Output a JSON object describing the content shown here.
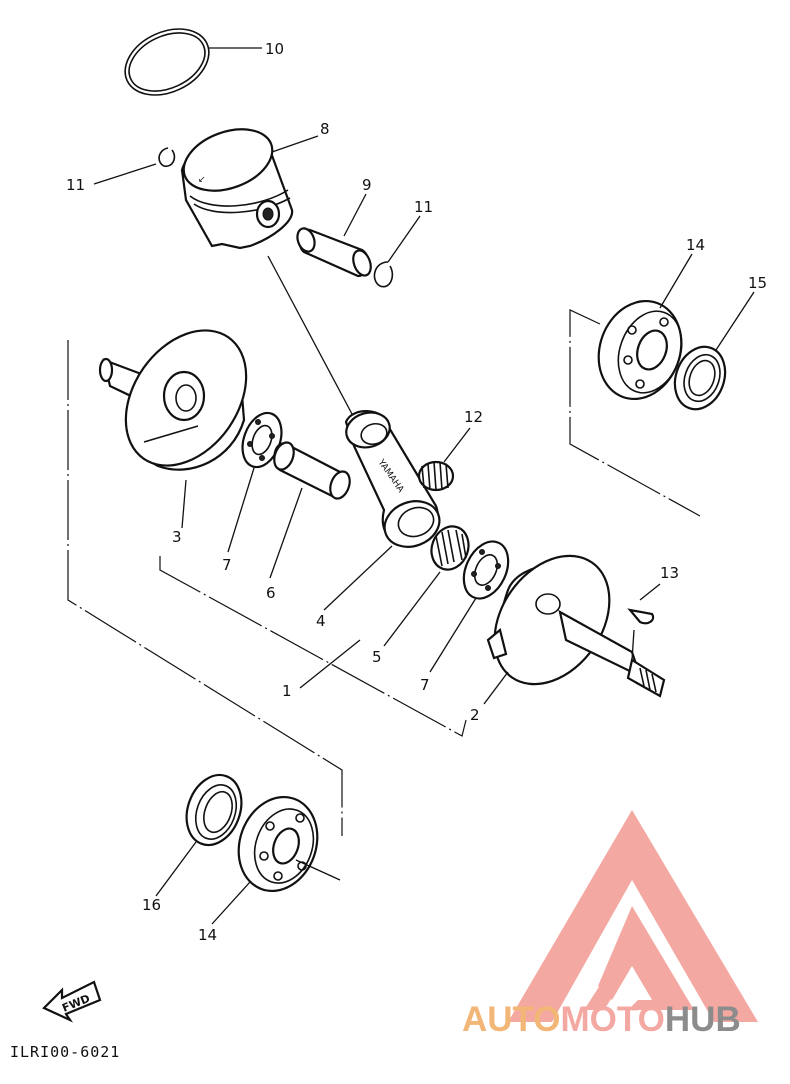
{
  "diagram": {
    "code": "ILRI00-6021",
    "fwd_label": "FWD",
    "labels": {
      "p1": "1",
      "p2": "2",
      "p3": "3",
      "p4": "4",
      "p5": "5",
      "p6": "6",
      "p7a": "7",
      "p7b": "7",
      "p8": "8",
      "p9": "9",
      "p10": "10",
      "p11a": "11",
      "p11b": "11",
      "p12": "12",
      "p13": "13",
      "p14a": "14",
      "p14b": "14",
      "p15": "15",
      "p16": "16"
    }
  },
  "watermark": {
    "part1": "AUTO",
    "part2": "MOTO",
    "part3": "HUB",
    "colors": {
      "auto": "#f2b676",
      "moto": "#f4a8a2",
      "hub": "#8c8c8c",
      "logo": "#f4a8a2"
    }
  }
}
